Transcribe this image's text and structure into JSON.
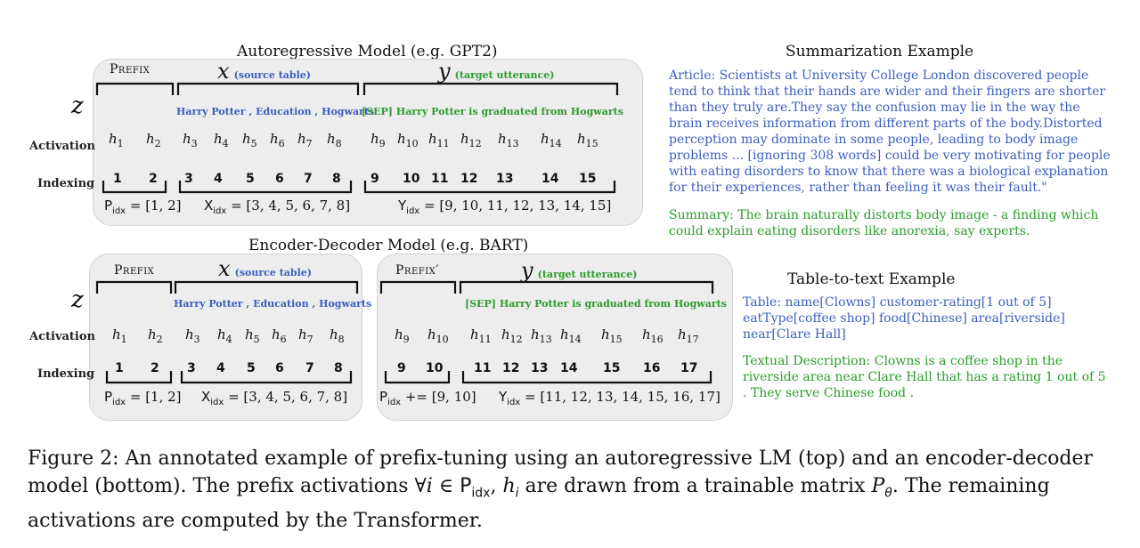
{
  "ar": {
    "title": "Autoregressive  Model  (e.g. GPT2)",
    "z": "z",
    "prefix_label": "Prefix",
    "x_var": "x",
    "x_note": "(source table)",
    "y_var": "y",
    "y_note": "(target utterance)",
    "tokens_x": [
      "Harry  Potter  , Education  , Hogwarts"
    ],
    "tokens_y": "[SEP]  Harry  Potter   is   graduated   from  Hogwarts",
    "activation_label": "Activation",
    "indexing_label": "Indexing",
    "h": [
      "h",
      "h",
      "h",
      "h",
      "h",
      "h",
      "h",
      "h",
      "h",
      "h",
      "h",
      "h",
      "h",
      "h",
      "h"
    ],
    "h_sub": [
      "1",
      "2",
      "3",
      "4",
      "5",
      "6",
      "7",
      "8",
      "9",
      "10",
      "11",
      "12",
      "13",
      "14",
      "15"
    ],
    "idx": [
      "1",
      "2",
      "3",
      "4",
      "5",
      "6",
      "7",
      "8",
      "9",
      "10",
      "11",
      "12",
      "13",
      "14",
      "15"
    ],
    "p_idx": "P",
    "p_idx_sub": "idx",
    "p_idx_val": " = [1, 2]",
    "x_idx": "X",
    "x_idx_sub": "idx",
    "x_idx_val": " = [3, 4, 5, 6, 7, 8]",
    "y_idx": "Y",
    "y_idx_sub": "idx",
    "y_idx_val": " = [9, 10, 11, 12, 13, 14, 15]"
  },
  "ed": {
    "title": "Encoder-Decoder Model  (e.g. BART)",
    "z": "z",
    "prefix_label": "Prefix",
    "prefix2_label": "Prefix′",
    "x_var": "x",
    "x_note": "(source table)",
    "y_var": "y",
    "y_note": "(target utterance)",
    "tokens_x": "Harry   Potter  , Education  ,  Hogwarts",
    "tokens_y": "[SEP]  Harry  Potter  is  graduated  from  Hogwarts",
    "activation_label": "Activation",
    "indexing_label": "Indexing",
    "h_sub": [
      "1",
      "2",
      "3",
      "4",
      "5",
      "6",
      "7",
      "8",
      "9",
      "10",
      "11",
      "12",
      "13",
      "14",
      "15",
      "16",
      "17"
    ],
    "idx": [
      "1",
      "2",
      "3",
      "4",
      "5",
      "6",
      "7",
      "8",
      "9",
      "10",
      "11",
      "12",
      "13",
      "14",
      "15",
      "16",
      "17"
    ],
    "p_idx_val": " = [1, 2]",
    "x_idx_val": " = [3, 4, 5, 6, 7, 8]",
    "p2_idx_val": " += [9, 10]",
    "y_idx_val": " = [11, 12, 13, 14, 15, 16, 17]"
  },
  "summ": {
    "title": "Summarization Example",
    "article": "Article: Scientists at University College London discovered people tend to think that their hands are wider and their fingers are shorter than they truly are.They say the confusion may lie in the way the brain receives information from different parts of the body.Distorted perception may dominate in some people, leading to body image problems ... [ignoring 308 words] could be very motivating for people with eating disorders to know that there was a biological explanation for their experiences, rather than feeling it was their fault.\"",
    "summary": "Summary: The brain naturally distorts body image - a finding which could explain eating disorders like anorexia, say experts."
  },
  "t2t": {
    "title": "Table-to-text Example",
    "table": "Table:  name[Clowns] customer-rating[1 out of 5]  eatType[coffee shop] food[Chinese] area[riverside] near[Clare Hall]",
    "description": "Textual Description: Clowns is a coffee shop in the riverside area near Clare Hall that has a rating 1 out of 5 . They serve Chinese food ."
  },
  "caption": {
    "part1": "Figure 2:  An annotated example of prefix-tuning using an autoregressive LM (top) and an encoder-decoder model (bottom). The prefix activations ∀",
    "i": "i",
    "in": " ∈ ",
    "P": "P",
    "sub": "idx",
    "part2": ", ",
    "h": "h",
    "h_i": "i",
    "part3": " are drawn from a trainable matrix ",
    "Pt": "P",
    "theta": "θ",
    "part4": ". The remaining activations are computed by the Transformer."
  },
  "colors": {
    "blue": "#3a5fbf",
    "green": "#2a9d2a",
    "panel": "#ededed"
  }
}
